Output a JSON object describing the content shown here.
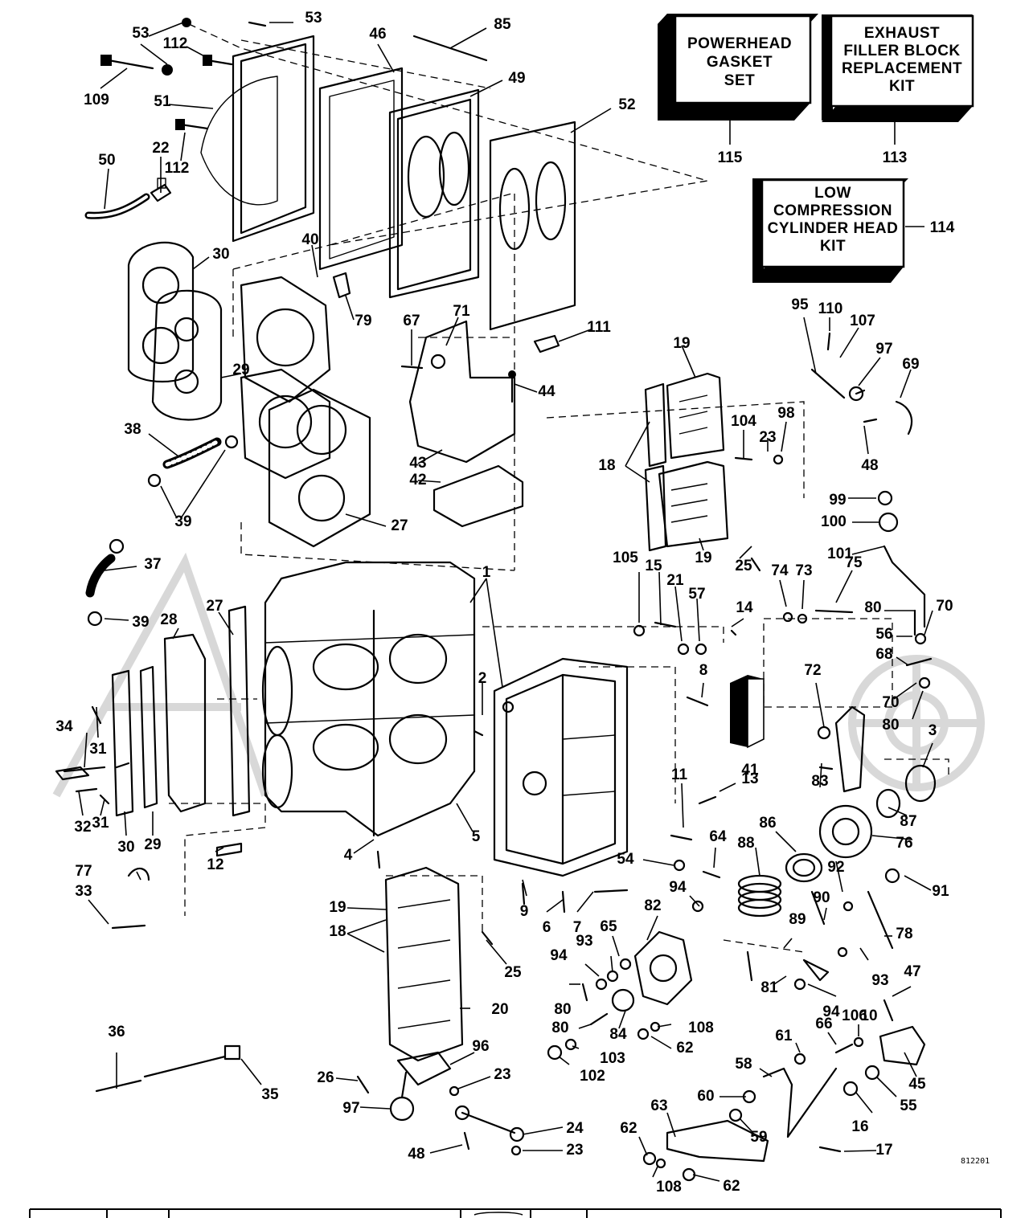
{
  "kit_boxes": {
    "powerhead_gasket": {
      "lines": [
        "POWERHEAD",
        "GASKET",
        "SET"
      ],
      "ref": "115"
    },
    "exhaust_filler": {
      "lines": [
        "EXHAUST",
        "FILLER BLOCK",
        "REPLACEMENT",
        "KIT"
      ],
      "ref": "113"
    },
    "low_compression": {
      "lines": [
        "LOW",
        "COMPRESSION",
        "CYLINDER HEAD",
        "KIT"
      ],
      "ref": "114"
    }
  },
  "callouts": [
    "53",
    "112",
    "53",
    "109",
    "51",
    "46",
    "85",
    "49",
    "52",
    "112",
    "22",
    "50",
    "30",
    "40",
    "79",
    "29",
    "67",
    "71",
    "111",
    "44",
    "38",
    "43",
    "42",
    "39",
    "27",
    "37",
    "39",
    "28",
    "27",
    "1",
    "2",
    "19",
    "104",
    "23",
    "98",
    "18",
    "19",
    "25",
    "95",
    "110",
    "107",
    "97",
    "69",
    "48",
    "99",
    "100",
    "101",
    "105",
    "15",
    "21",
    "57",
    "74",
    "73",
    "75",
    "80",
    "70",
    "14",
    "56",
    "68",
    "8",
    "72",
    "70",
    "80",
    "3",
    "34",
    "31",
    "32",
    "31",
    "30",
    "29",
    "12",
    "5",
    "41",
    "13",
    "11",
    "83",
    "87",
    "76",
    "86",
    "88",
    "92",
    "91",
    "64",
    "54",
    "4",
    "77",
    "33",
    "9",
    "6",
    "7",
    "94",
    "90",
    "78",
    "19",
    "18",
    "25",
    "82",
    "65",
    "89",
    "93",
    "94",
    "93",
    "80",
    "81",
    "94",
    "47",
    "20",
    "84",
    "108",
    "80",
    "10",
    "103",
    "62",
    "102",
    "66",
    "106",
    "61",
    "45",
    "36",
    "96",
    "58",
    "55",
    "26",
    "35",
    "23",
    "60",
    "16",
    "97",
    "63",
    "24",
    "62",
    "59",
    "17",
    "48",
    "23",
    "108",
    "62"
  ],
  "drawing_ref": "812201"
}
